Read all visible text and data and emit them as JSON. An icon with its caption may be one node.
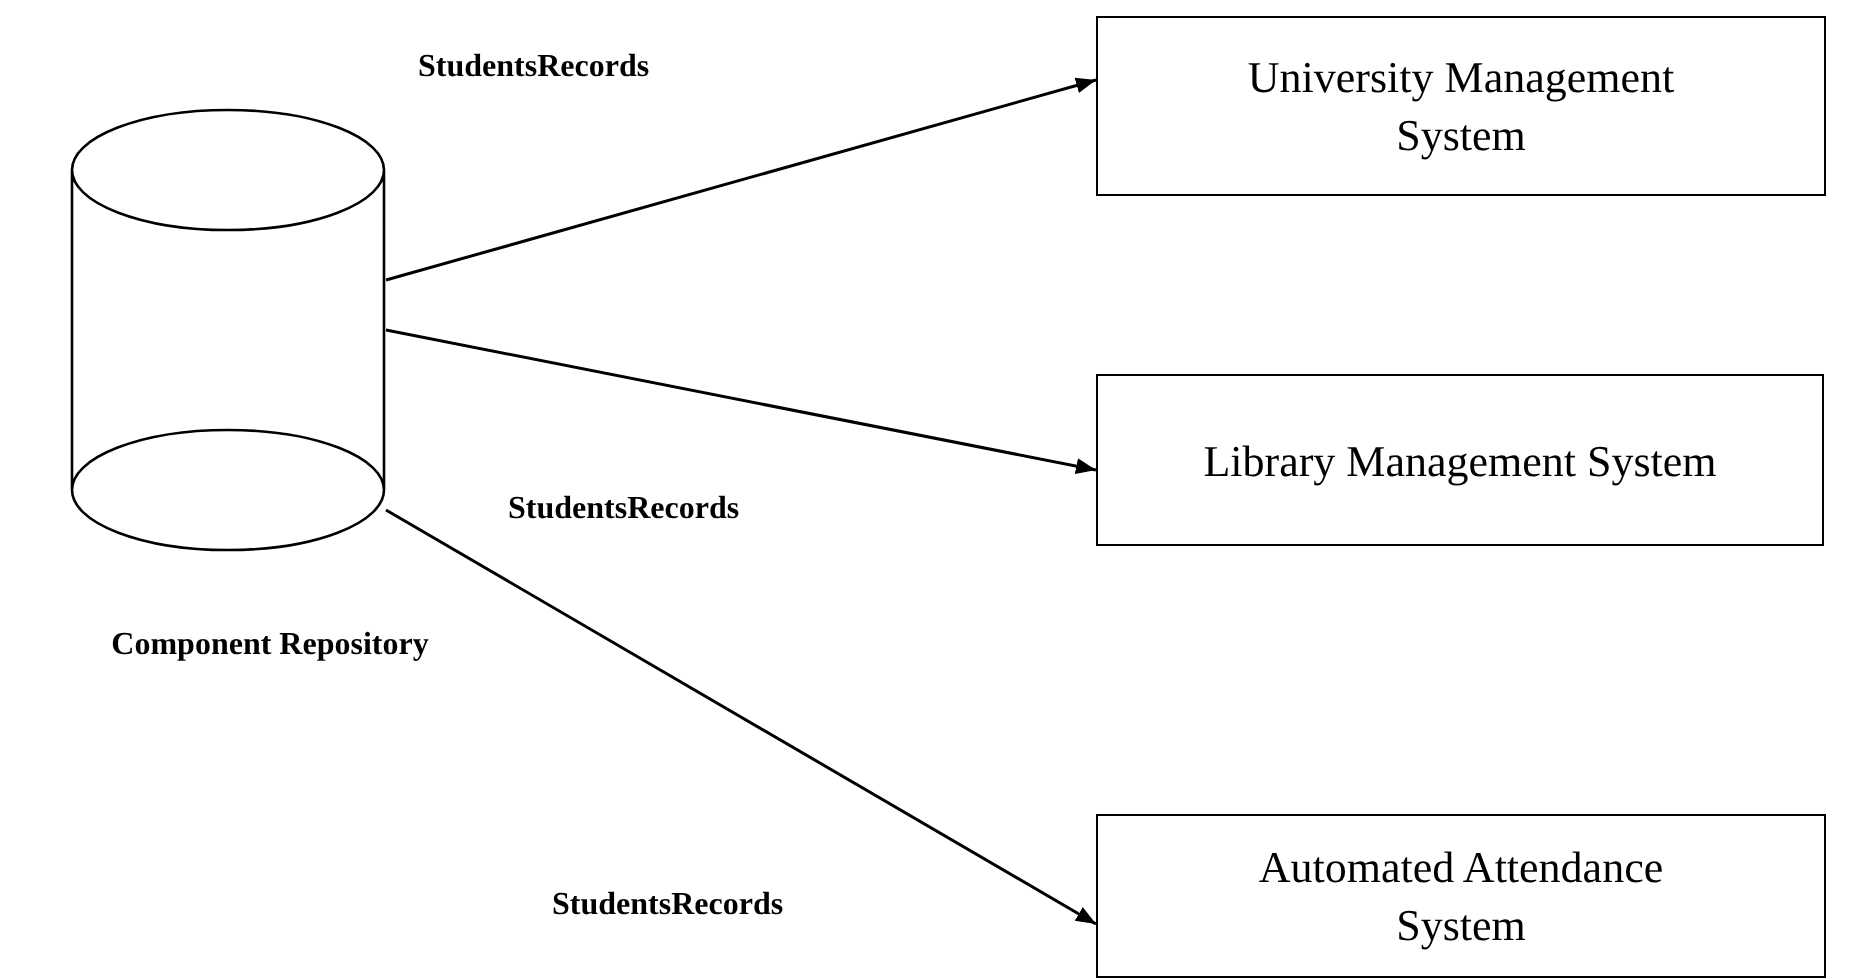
{
  "diagram": {
    "nodes": [
      {
        "text": [],
        "shape": "cylinder",
        "beside": [
          "Component Repository"
        ]
      },
      {
        "text": [
          "University Management System"
        ]
      },
      {
        "text": [
          "Library Management System"
        ]
      },
      {
        "text": [
          "Automated Attendance System"
        ]
      }
    ],
    "edges": [
      {
        "from": 0,
        "to": 1,
        "arrow": "to",
        "label": "StudentsRecords"
      },
      {
        "from": 0,
        "to": 2,
        "arrow": "to",
        "label": "StudentsRecords"
      },
      {
        "from": 0,
        "to": 3,
        "arrow": "to",
        "label": "StudentsRecords"
      }
    ]
  }
}
